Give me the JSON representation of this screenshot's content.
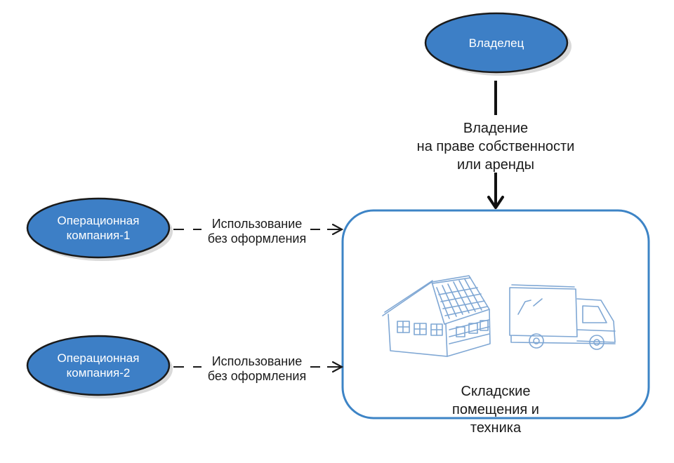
{
  "nodes": {
    "owner": {
      "label": "Владелец"
    },
    "op1": {
      "line1": "Операционная",
      "line2": "компания-1"
    },
    "op2": {
      "line1": "Операционная",
      "line2": "компания-2"
    },
    "warehouse": {
      "line1": "Складские",
      "line2": "помещения и",
      "line3": "техника"
    }
  },
  "edges": {
    "ownership": {
      "line1": "Владение",
      "line2": "на праве собственности",
      "line3": "или аренды"
    },
    "use1": {
      "line1": "Использование",
      "line2": "без оформления"
    },
    "use2": {
      "line1": "Использование",
      "line2": "без оформления"
    }
  },
  "colors": {
    "node_fill": "#3d7fc6",
    "node_stroke": "#1a1a1a",
    "box_stroke": "#3d84c6",
    "sketch_stroke": "#7fa7d4",
    "arrow": "#1a1a1a"
  },
  "icons": [
    "house-sketch-icon",
    "truck-sketch-icon"
  ]
}
